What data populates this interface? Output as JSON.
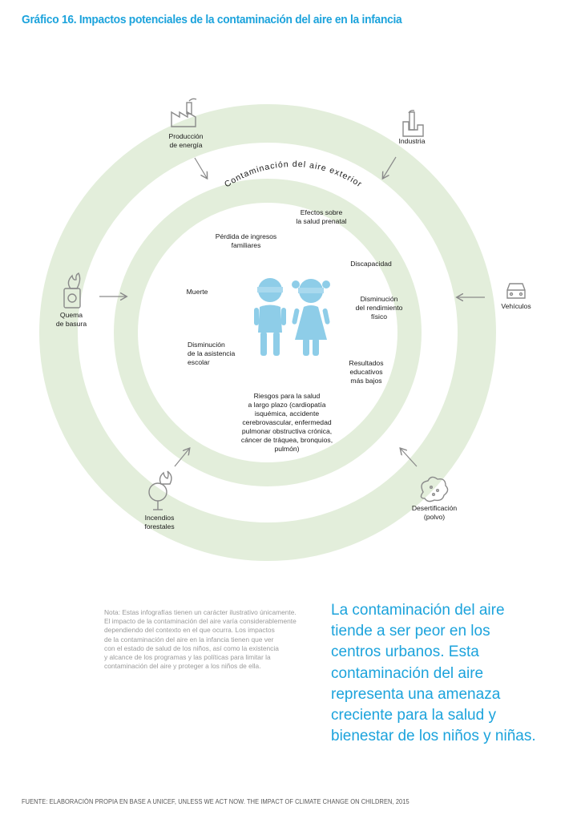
{
  "title": "Gráfico 16. Impactos potenciales de la contaminación del aire en la infancia",
  "ring_label": "Contaminación del aire exterior",
  "sources": [
    {
      "id": "produccion",
      "label": "Producción\nde energía",
      "icon": "power-plant-icon"
    },
    {
      "id": "industria",
      "label": "Industria",
      "icon": "factory-icon"
    },
    {
      "id": "vehiculos",
      "label": "Vehículos",
      "icon": "car-icon"
    },
    {
      "id": "desertificacion",
      "label": "Desertificación\n(polvo)",
      "icon": "dust-icon"
    },
    {
      "id": "incendios",
      "label": "Incendios\nforestales",
      "icon": "burning-tree-icon"
    },
    {
      "id": "quema",
      "label": "Quema\nde basura",
      "icon": "burning-bin-icon"
    }
  ],
  "impacts": {
    "prenatal": "Efectos sobre\nla salud prenatal",
    "ingresos": "Pérdida de ingresos\nfamiliares",
    "discapacidad": "Discapacidad",
    "muerte": "Muerte",
    "rendimiento": "Disminución\ndel rendimiento\nfísico",
    "asistencia": "Disminución\nde la asistencia\nescolar",
    "resultados": "Resultados\neducativos\nmás bajos",
    "riesgos": "Riesgos para la salud\na largo plazo (cardiopatía\nisquémica, accidente\ncerebrovascular, enfermedad\npulmonar obstructiva crónica,\ncáncer de tráquea, bronquios,\npulmón)"
  },
  "children_icon": "children-icon",
  "note": "Nota: Estas infografías tienen un carácter ilustrativo únicamente.\nEl impacto de la contaminación del aire varía considerablemente\ndependiendo del contexto en el que ocurra. Los impactos\nde la contaminación del aire en la infancia tienen  que ver\ncon el estado de salud de los niños, así como la existencia\ny alcance de los programas y las políticas para limitar la\ncontaminación del aire y proteger a los niños de ella.",
  "quote": "La contaminación del aire\ntiende a ser peor en los\ncentros urbanos. Esta\ncontaminación del aire\nrepresenta una amenaza\ncreciente para la salud y\nbienestar de los niños y niñas.",
  "source": "FUENTE: ELABORACIÓN PROPIA EN BASE A UNICEF,  UNLESS WE ACT NOW. THE IMPACT OF CLIMATE CHANGE ON CHILDREN, 2015",
  "colors": {
    "accent": "#1ca3dc",
    "ring": "#e3eedb",
    "child": "#8ecde8",
    "icon": "#8a8a8a"
  }
}
